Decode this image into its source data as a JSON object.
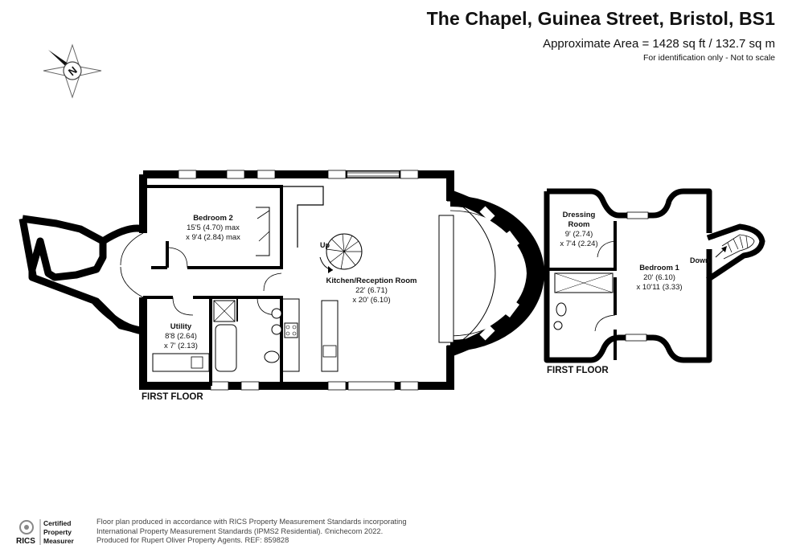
{
  "header": {
    "title": "The Chapel, Guinea Street, Bristol, BS1",
    "area": "Approximate Area = 1428 sq ft / 132.7 sq m",
    "note": "For identification only - Not to scale"
  },
  "compass": {
    "letter": "N",
    "icon": "compass-rose-icon"
  },
  "floors": {
    "left_label": "FIRST FLOOR",
    "right_label": "FIRST FLOOR"
  },
  "rooms": {
    "bedroom2": {
      "name": "Bedroom 2",
      "dim1": "15'5 (4.70) max",
      "dim2": "x 9'4 (2.84) max"
    },
    "utility": {
      "name": "Utility",
      "dim1": "8'8 (2.64)",
      "dim2": "x 7' (2.13)"
    },
    "kitchen": {
      "name": "Kitchen/Reception Room",
      "dim1": "22' (6.71)",
      "dim2": "x 20' (6.10)"
    },
    "dressing": {
      "name1": "Dressing",
      "name2": "Room",
      "dim1": "9' (2.74)",
      "dim2": "x 7'4 (2.24)"
    },
    "bedroom1": {
      "name": "Bedroom 1",
      "dim1": "20' (6.10)",
      "dim2": "x 10'11 (3.33)"
    }
  },
  "stairs": {
    "up": "Up",
    "down": "Down"
  },
  "badge": {
    "brand": "RICS",
    "line1": "Certified",
    "line2": "Property",
    "line3": "Measurer"
  },
  "footer": {
    "line1": "Floor plan produced in accordance with RICS Property Measurement Standards incorporating",
    "line2": "International Property Measurement Standards (IPMS2 Residential).  ©nichecom 2022.",
    "line3": "Produced for Rupert Oliver Property Agents.   REF:  859828"
  },
  "colors": {
    "wall": "#000000",
    "text": "#111111",
    "badge": "#888888"
  }
}
